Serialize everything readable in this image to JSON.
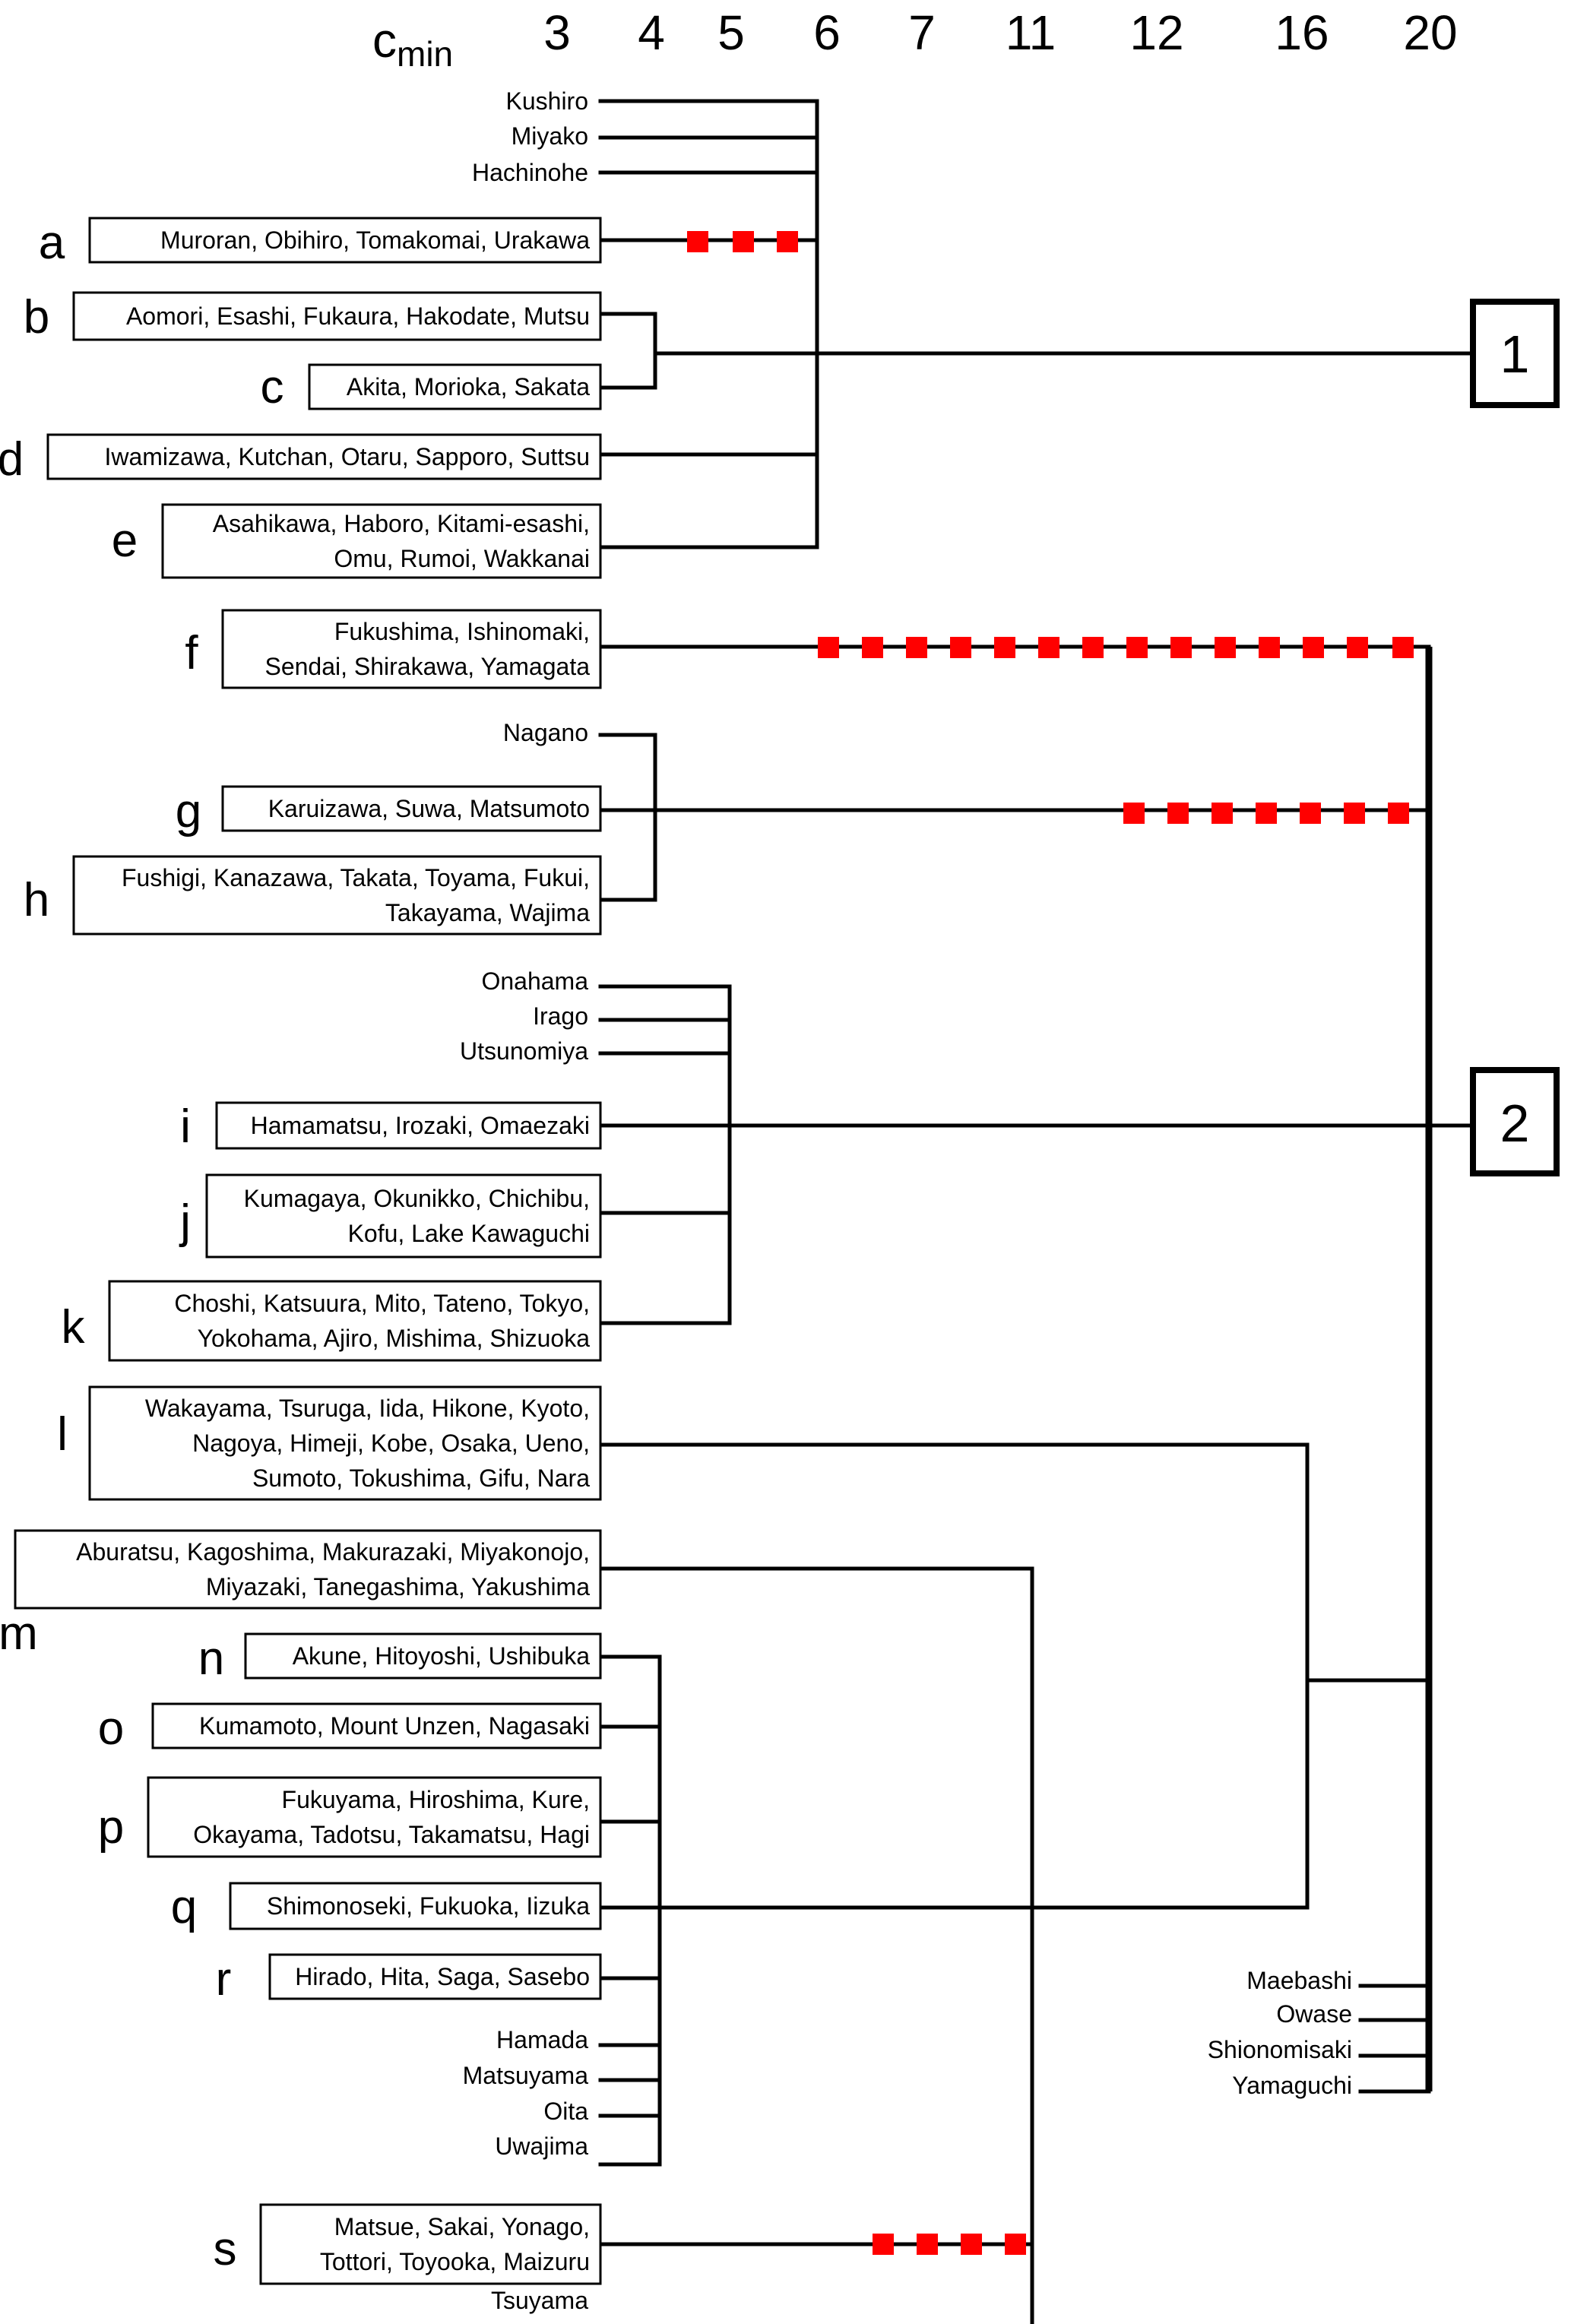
{
  "header": {
    "cmin_label": "c",
    "cmin_sub": "min",
    "levels": [
      "3",
      "4",
      "5",
      "6",
      "7",
      "11",
      "12",
      "16",
      "20"
    ]
  },
  "colors": {
    "marker": "#ff0000",
    "line": "#000000"
  },
  "final_clusters": [
    "1",
    "2"
  ],
  "groups": [
    {
      "letter": "a",
      "lines": [
        "Muroran, Obihiro, Tomakomai, Urakawa"
      ]
    },
    {
      "letter": "b",
      "lines": [
        "Aomori, Esashi, Fukaura, Hakodate, Mutsu"
      ]
    },
    {
      "letter": "c",
      "lines": [
        "Akita, Morioka, Sakata"
      ]
    },
    {
      "letter": "d",
      "lines": [
        "Iwamizawa, Kutchan, Otaru, Sapporo, Suttsu"
      ]
    },
    {
      "letter": "e",
      "lines": [
        "Asahikawa, Haboro, Kitami-esashi,",
        "Omu, Rumoi, Wakkanai"
      ]
    },
    {
      "letter": "f",
      "lines": [
        "Fukushima, Ishinomaki,",
        "Sendai, Shirakawa, Yamagata"
      ]
    },
    {
      "letter": "g",
      "lines": [
        "Karuizawa, Suwa, Matsumoto"
      ]
    },
    {
      "letter": "h",
      "lines": [
        "Fushigi, Kanazawa, Takata, Toyama, Fukui,",
        "Takayama, Wajima"
      ]
    },
    {
      "letter": "i",
      "lines": [
        "Hamamatsu, Irozaki, Omaezaki"
      ]
    },
    {
      "letter": "j",
      "lines": [
        "Kumagaya, Okunikko, Chichibu,",
        "Kofu, Lake Kawaguchi"
      ]
    },
    {
      "letter": "k",
      "lines": [
        "Choshi, Katsuura, Mito, Tateno,  Tokyo,",
        "Yokohama, Ajiro, Mishima, Shizuoka"
      ]
    },
    {
      "letter": "l",
      "lines": [
        "Wakayama, Tsuruga, Iida, Hikone, Kyoto,",
        "Nagoya, Himeji, Kobe, Osaka, Ueno,",
        "Sumoto, Tokushima, Gifu, Nara"
      ]
    },
    {
      "letter": "m",
      "lines": [
        "Aburatsu, Kagoshima, Makurazaki, Miyakonojo,",
        "Miyazaki, Tanegashima, Yakushima"
      ]
    },
    {
      "letter": "n",
      "lines": [
        "Akune, Hitoyoshi, Ushibuka"
      ]
    },
    {
      "letter": "o",
      "lines": [
        "Kumamoto, Mount Unzen, Nagasaki"
      ]
    },
    {
      "letter": "p",
      "lines": [
        "Fukuyama, Hiroshima, Kure,",
        "Okayama, Tadotsu, Takamatsu, Hagi"
      ]
    },
    {
      "letter": "q",
      "lines": [
        "Shimonoseki, Fukuoka, Iizuka"
      ]
    },
    {
      "letter": "r",
      "lines": [
        "Hirado, Hita, Saga, Sasebo"
      ]
    },
    {
      "letter": "s",
      "lines": [
        "Matsue, Sakai, Yonago,",
        "Tottori, Toyooka, Maizuru"
      ]
    }
  ],
  "singles": [
    "Kushiro",
    "Miyako",
    "Hachinohe",
    "Nagano",
    "Onahama",
    "Irago",
    "Utsunomiya",
    "Hamada",
    "Matsuyama",
    "Oita",
    "Uwajima",
    "Tsuyama",
    "Maebashi",
    "Owase",
    "Shionomisaki",
    "Yamaguchi"
  ]
}
